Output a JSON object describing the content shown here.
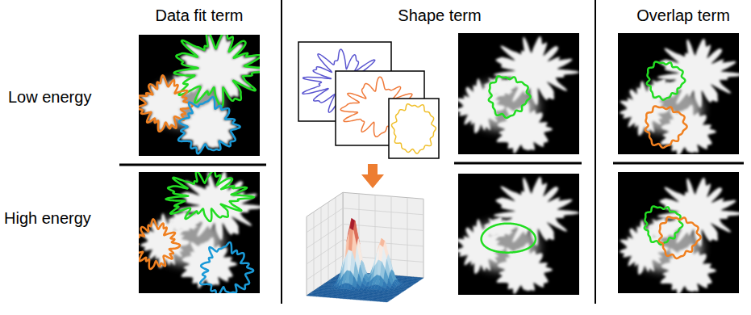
{
  "diagram": {
    "labels": [
      "Data fit term",
      "Shape term",
      "Overlap term",
      "Low energy",
      "High energy"
    ]
  }
}
